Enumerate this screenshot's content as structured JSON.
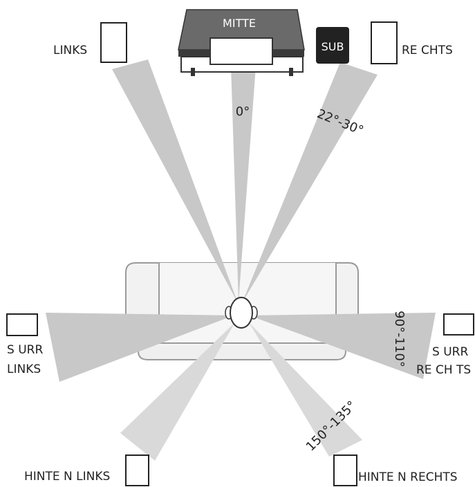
{
  "labels": {
    "center": "MITTE",
    "sub": "SUB",
    "front_left": "LINKS",
    "front_right": "RE CHTS",
    "surround_left_1": "S URR",
    "surround_left_2": "LINKS",
    "surround_right_1": "S URR",
    "surround_right_2": "RE CH TS",
    "back_left": "HINTE N LINKS",
    "back_right": "HINTE N RECHTS"
  },
  "angles": {
    "center": "0°",
    "front": "22°-30°",
    "surround": "90°-110°",
    "back": "150°-135°"
  },
  "colors": {
    "beam": "#c8c8c8",
    "beam_light": "#d9d9d9",
    "tv_body": "#6a6a6a",
    "tv_base": "#3a3a3a",
    "sub": "#222222",
    "sofa_fill": "#f2f2f2",
    "sofa_stroke": "#9a9a9a",
    "speaker_stroke": "#222222"
  }
}
